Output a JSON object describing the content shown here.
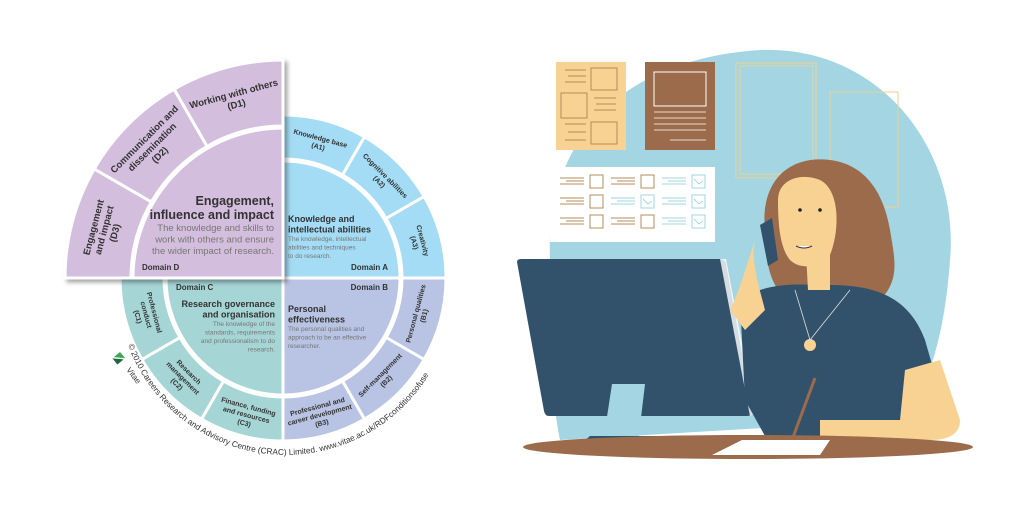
{
  "wheel": {
    "colors": {
      "A": "#a3dcf4",
      "B": "#b9c3e3",
      "C": "#a6d5d6",
      "D": "#d4bedd"
    },
    "domains": {
      "A": {
        "name": "Domain A",
        "title": [
          "Knowledge and",
          "intellectual abilities"
        ],
        "desc": [
          "The knowledge, intellectual",
          "abilities and techniques",
          "to do research."
        ],
        "segments": [
          {
            "lines": [
              "Knowledge base",
              "(A1)"
            ]
          },
          {
            "lines": [
              "Cognitive abilities",
              "(A2)"
            ]
          },
          {
            "lines": [
              "Creativity",
              "(A3)"
            ]
          }
        ]
      },
      "B": {
        "name": "Domain B",
        "title": [
          "Personal",
          "effectiveness"
        ],
        "desc": [
          "The personal qualities and",
          "approach to be an effective",
          "researcher."
        ],
        "segments": [
          {
            "lines": [
              "Personal qualities",
              "(B1)"
            ]
          },
          {
            "lines": [
              "Self-management",
              "(B2)"
            ]
          },
          {
            "lines": [
              "Professional and",
              "career development",
              "(B3)"
            ]
          }
        ]
      },
      "C": {
        "name": "Domain C",
        "title": [
          "Research governance",
          "and organisation"
        ],
        "desc": [
          "The knowledge of the",
          "standards, requirements",
          "and professionalism to do",
          "research."
        ],
        "segments": [
          {
            "lines": [
              "Finance, funding",
              "and resources",
              "(C3)"
            ]
          },
          {
            "lines": [
              "Research",
              "management",
              "(C2)"
            ]
          },
          {
            "lines": [
              "Professional",
              "conduct",
              "(C1)"
            ]
          }
        ]
      },
      "D": {
        "name": "Domain D",
        "title": [
          "Engagement,",
          "influence and impact"
        ],
        "desc": [
          "The knowledge and skills to",
          "work with others and ensure",
          "the wider impact of research."
        ],
        "segments": [
          {
            "lines": [
              "Working with others",
              "(D1)"
            ]
          },
          {
            "lines": [
              "Communication and",
              "dissemination",
              "(D2)"
            ]
          },
          {
            "lines": [
              "Engagement",
              "and impact",
              "(D3)"
            ]
          }
        ]
      }
    },
    "logo": "Vitae",
    "copyright": "© 2010 Careers Research and Advisory Centre (CRAC) Limited. www.vitae.ac.uk/RDFconditionsofuse"
  },
  "illustration": {
    "colors": {
      "backdrop": "#a3d6e2",
      "navy": "#32526c",
      "brown": "#9b6b4b",
      "skin": "#f7d292",
      "paper": "#f7d292"
    }
  }
}
